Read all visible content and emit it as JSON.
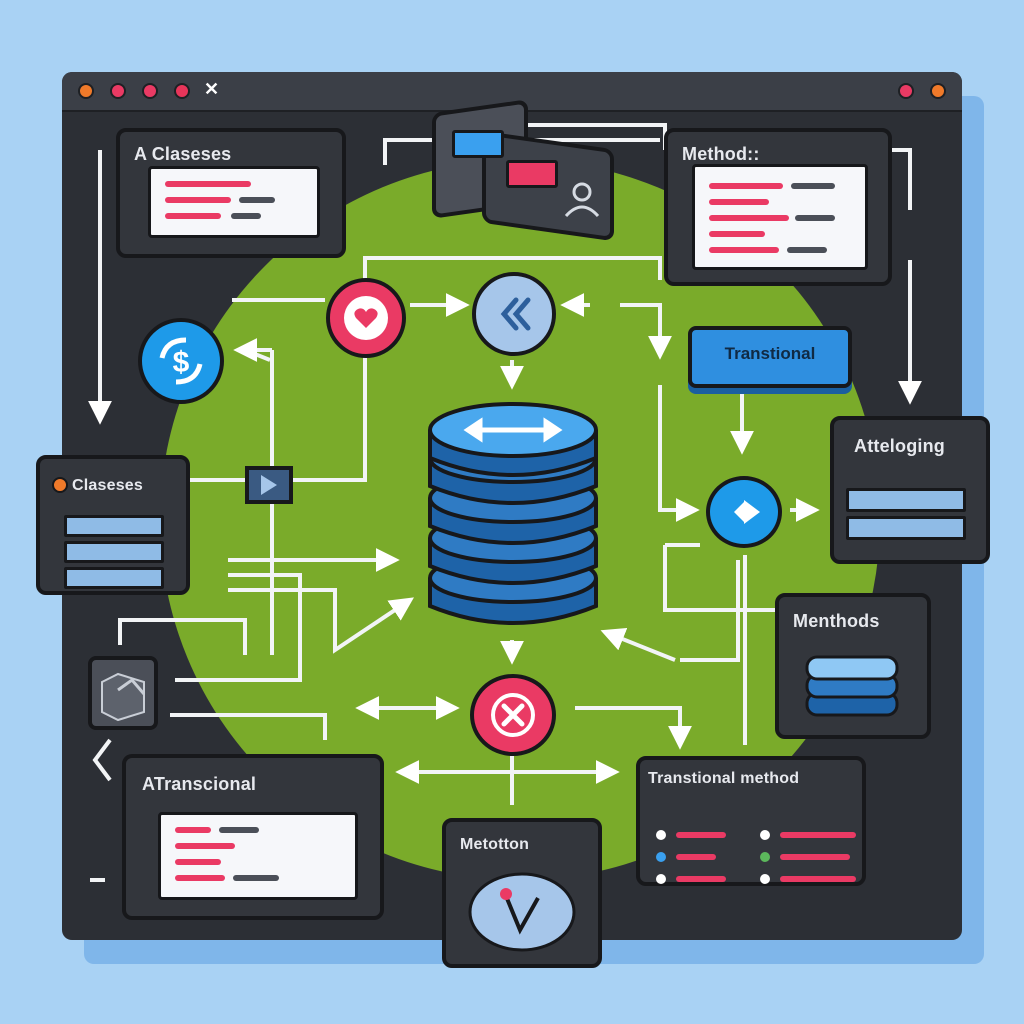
{
  "window": {
    "title_glyph": "✕",
    "colors": {
      "frame": "#2c2f35",
      "canvas": "#a9d2f4",
      "green_area": "#7aab2a",
      "accent_pink": "#ea3a64",
      "accent_blue": "#2f8fe0"
    }
  },
  "panels": {
    "classes_top": "A Claseses",
    "methods_top": "Method::",
    "classes_left": "Claseses",
    "atteloging": "Atteloging",
    "menthods": "Menthods",
    "atransactional": "ATranscional",
    "transactional_method": "Transtional method",
    "metotton": "Metotton"
  },
  "buttons": {
    "transactional": "Transtional"
  },
  "icons": {
    "database": "database-icon",
    "heart": "heart-icon",
    "back": "chevron-left-icon",
    "play": "play-icon",
    "close": "close-icon",
    "dollar": "dollar-sync-icon",
    "user": "user-icon",
    "box": "box-icon"
  }
}
